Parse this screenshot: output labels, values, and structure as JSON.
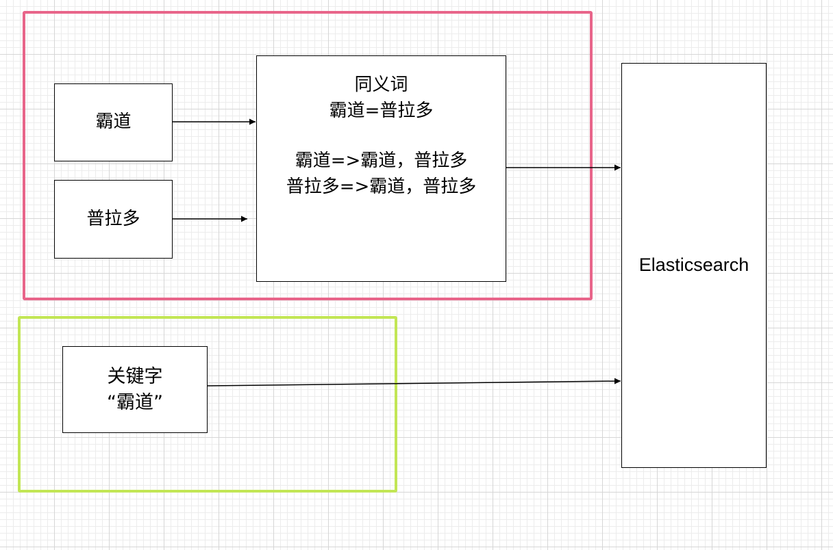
{
  "colors": {
    "synonym_group_border": "#e8658a",
    "keyword_group_border": "#c2e655"
  },
  "nodes": {
    "badao": "霸道",
    "puladuo": "普拉多",
    "synonym": {
      "title": "同义词",
      "equivalence": "霸道=普拉多",
      "mapping_1": "霸道=>霸道，普拉多",
      "mapping_2": "普拉多=>霸道，普拉多"
    },
    "keyword": {
      "line_1": "关键字",
      "line_2": "“霸道”"
    },
    "elasticsearch": "Elasticsearch"
  }
}
